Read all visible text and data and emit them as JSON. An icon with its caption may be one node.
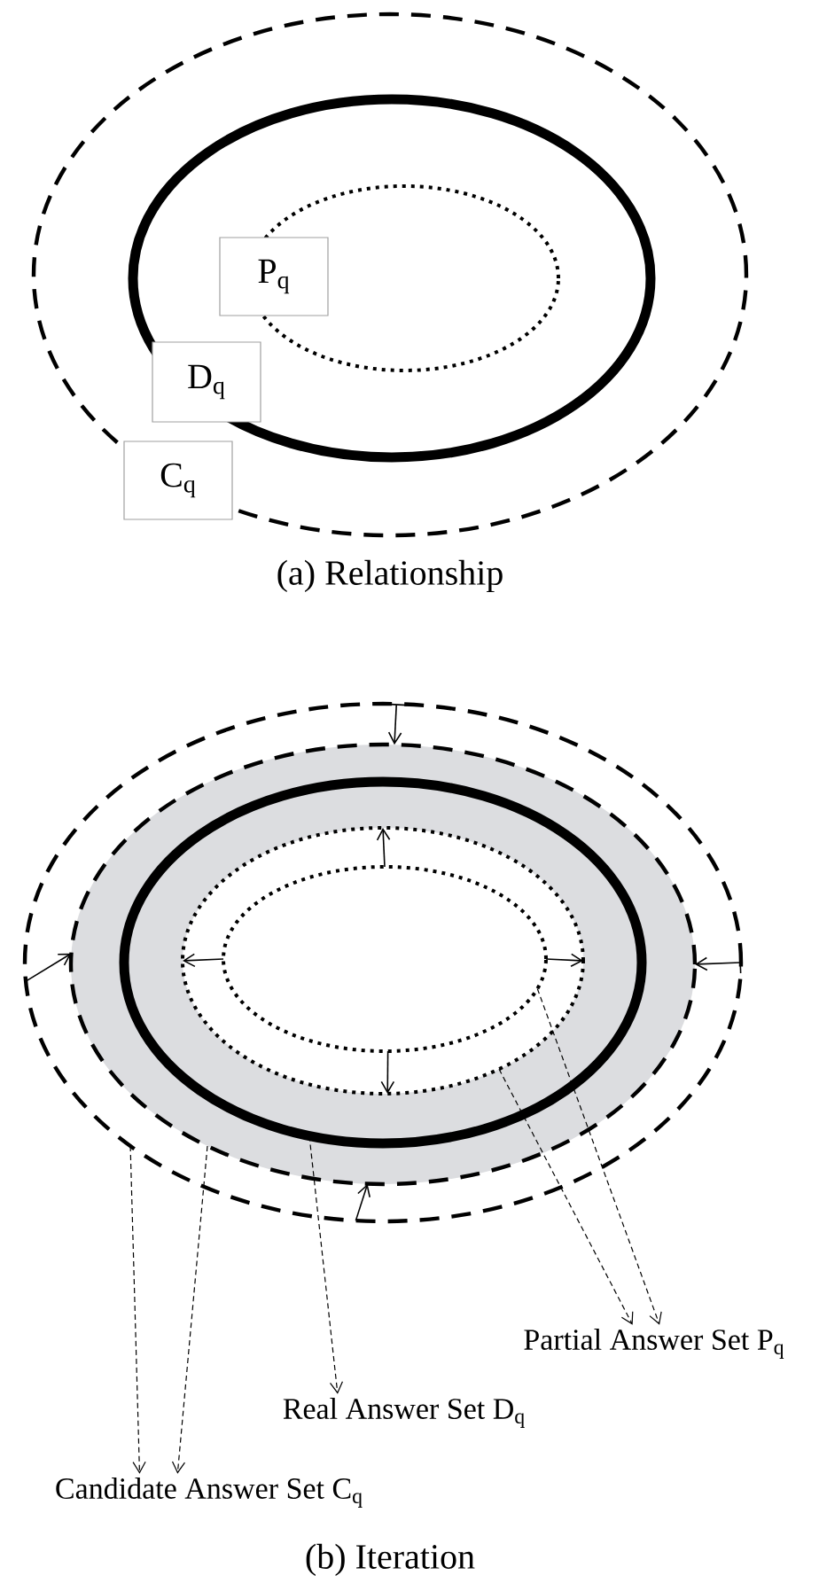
{
  "diagram": {
    "nodes": [
      {
        "text": [
          "P$_{q}$"
        ]
      },
      {
        "text": [
          "D$_{q}$"
        ]
      },
      {
        "text": [
          "C$_{q}$"
        ]
      },
      {
        "text": [],
        "shape": "ellipse"
      },
      {
        "text": [],
        "shape": "ellipse",
        "in": 3
      },
      {
        "text": [],
        "shape": "ellipse",
        "in": 4
      },
      {
        "text": [],
        "shape": "ellipse",
        "in": 5
      },
      {
        "text": [],
        "shape": "ellipse",
        "in": 6
      },
      {
        "text": [
          "Partial Answer Set P$_{q}$"
        ]
      },
      {
        "text": [
          "Real Answer Set D$_{q}$"
        ]
      },
      {
        "text": [
          "Candidate Answer Set C$_{q}$"
        ]
      }
    ],
    "edges": [
      {
        "from": 3,
        "to": 10,
        "arrow": "to",
        "style": "dashed"
      },
      {
        "from": 4,
        "to": 10,
        "arrow": "to",
        "style": "dashed"
      },
      {
        "from": 5,
        "to": 9,
        "arrow": "to",
        "style": "dashed"
      },
      {
        "from": 6,
        "to": 8,
        "arrow": "to",
        "style": "dashed"
      },
      {
        "from": 7,
        "to": 8,
        "arrow": "to",
        "style": "dashed"
      },
      {
        "from": 3,
        "to": 4,
        "arrow": "to"
      },
      {
        "from": 3,
        "to": 4,
        "arrow": "to"
      },
      {
        "from": 3,
        "to": 4,
        "arrow": "to"
      },
      {
        "from": 3,
        "to": 4,
        "arrow": "to"
      },
      {
        "from": 7,
        "to": 6,
        "arrow": "to"
      },
      {
        "from": 7,
        "to": 6,
        "arrow": "to"
      },
      {
        "from": 7,
        "to": 6,
        "arrow": "to"
      },
      {
        "from": 7,
        "to": 6,
        "arrow": "to"
      }
    ],
    "labels": [
      "(a) Relationship",
      "(b) Iteration"
    ]
  }
}
